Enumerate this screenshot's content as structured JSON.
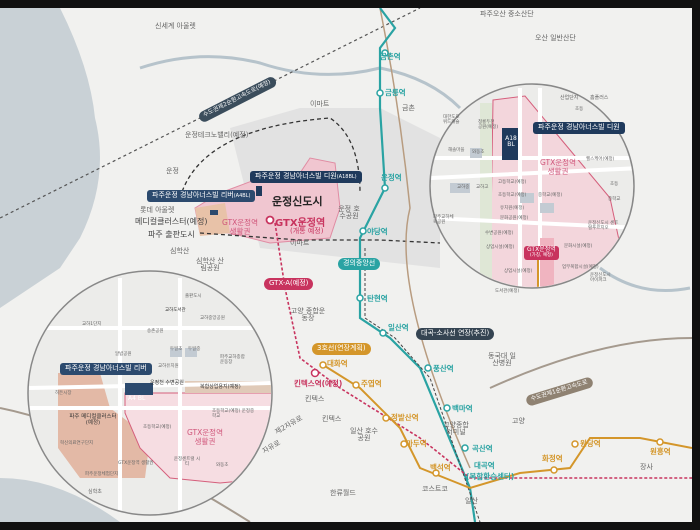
{
  "colors": {
    "teal": "#2aa3a3",
    "gtx": "#c8335e",
    "line3": "#d4962a",
    "navy": "#1f3a5c",
    "zone": "#f0c6d0",
    "parcel": "#e3b9a6"
  },
  "main_map": {
    "district": "운정신도시",
    "gtx_station": "GTX운정역",
    "gtx_station_sub": "(개통 예정)",
    "zone_label": "GTX운정역 생활권",
    "callouts": {
      "dione": "파주운정 경남아너스빌 디원",
      "dione_sub": "(A18BL)",
      "river": "파주운정 경남아너스빌 리버",
      "river_sub": "(A4BL)",
      "expressway": "수도권제2순환고속도로(예정)",
      "daegok": "대곡-소사선 연장(추진)",
      "expressway2": "수도권제1순환고속도로"
    },
    "line_badges": {
      "gtx": "GTX-A(예정)",
      "gyeongui": "경의중앙선",
      "line3": "3호선(연장계획)"
    },
    "teal_stations": [
      "금촌역",
      "금릉역",
      "운정역",
      "야당역",
      "탄현역",
      "일산역",
      "풍산역",
      "백마역",
      "곡산역",
      "대곡역",
      "(복합환승센터)"
    ],
    "orange_stations": [
      "대화역",
      "주엽역",
      "정발산역",
      "마두역",
      "백석역",
      "화정역",
      "원당역",
      "원흥역"
    ],
    "pink_stations": [
      "킨텍스역(예정)"
    ],
    "places": [
      "신세계 아울렛",
      "파주오산 중소산단",
      "오산 일반산단",
      "이마트",
      "운정테크노밸리(예정)",
      "운정",
      "롯데 아울렛",
      "메디컬클러스터(예정)",
      "파주 출판도시",
      "심학산",
      "심학산 산림공원",
      "이마트",
      "운정 호수공원",
      "고양 종합운동장",
      "킨텍스",
      "일산 호수공원",
      "고양종합 터미널",
      "동국대 일산병원",
      "킨텍스",
      "고양",
      "일산",
      "코스트코",
      "금촌",
      "제2자유로",
      "자유로",
      "한류월드",
      "장사"
    ]
  },
  "inset_right": {
    "parcel": "A18 BL",
    "callout": "파주운정 경남아너스빌 디원",
    "zone": "GTX운정역 생활권",
    "station": "GTX운정역",
    "station_sub": "(가칭, 예정)",
    "places": [
      "산업단지",
      "홈플러스",
      "대한도로 위드캐슬",
      "청룡두천 공원(예정)",
      "해솔마을",
      "초등",
      "와동초",
      "고등학교(예정)",
      "초등학교(예정)",
      "중학교(예정)",
      "유치원(예정)",
      "문화공원(예정)",
      "수변공원(예정)",
      "상업시설(예정)",
      "상업시설(예정)",
      "문화시설(예정)",
      "업무복합시설(예정)",
      "도서관(예정)",
      "헬스케어(예정)",
      "초등",
      "중학교",
      "운정신도시 센트럴푸르지오",
      "운정신도시 아이파크",
      "교하중",
      "교하고",
      "파주교하체육공원"
    ]
  },
  "inset_left": {
    "parcel": "A4 BL",
    "callout": "파주운정 경남아너스빌 리버",
    "zone": "GTX운정역 생활권",
    "places": [
      "출판도시",
      "교하도서관",
      "교하중앙공원",
      "교하1단지",
      "송촌공원",
      "알밤공원",
      "두일초",
      "두일중",
      "교하유치원",
      "파주교하종합 운동장",
      "운정천 수변공원",
      "복합상업용지(예정)",
      "히든시장",
      "파주 메디컬클러스터(예정)",
      "혁신의료연구단지",
      "GTX운정역 생활권",
      "초등학교(예정)",
      "초등학교(예정) 운정중학교",
      "운정센트럴 시티",
      "와동초",
      "심학초",
      "파주운정체험단지"
    ]
  }
}
